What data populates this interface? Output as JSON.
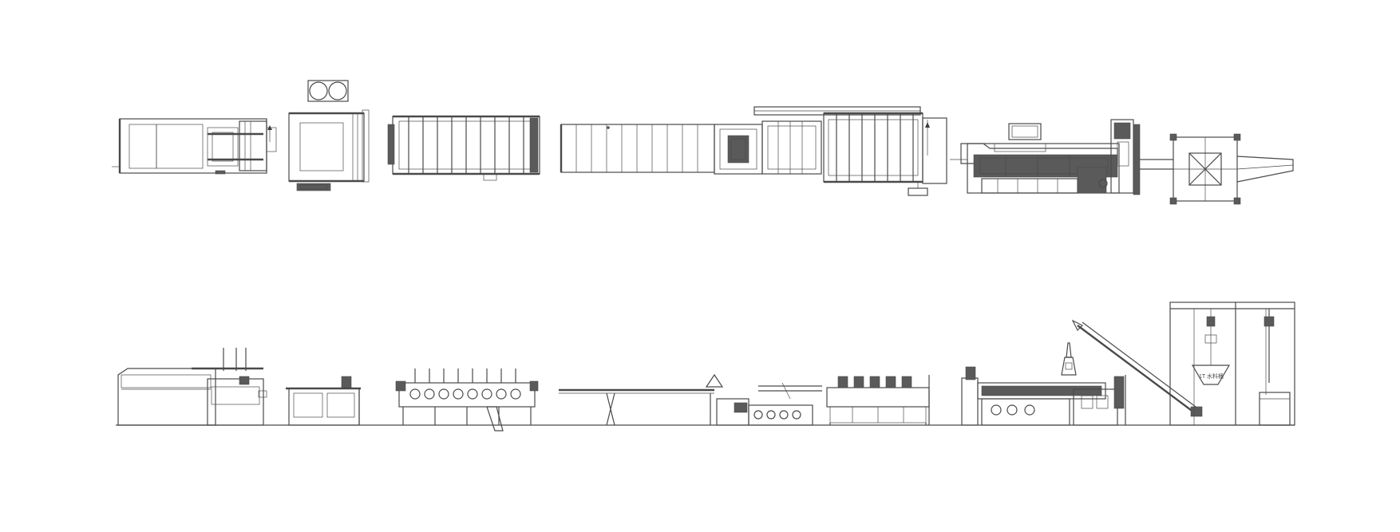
{
  "drawing": {
    "background": "#ffffff",
    "line_color": "#4a4a4a",
    "views": [
      {
        "id": "plan-view"
      },
      {
        "id": "elevation-view"
      }
    ],
    "hopper_label": "1T 水料桶"
  }
}
